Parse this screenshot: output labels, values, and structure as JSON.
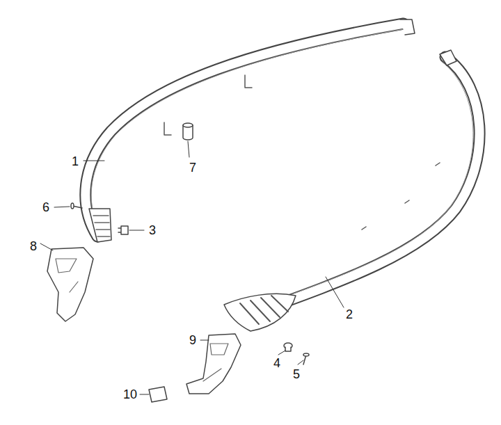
{
  "diagram": {
    "labels": [
      "1",
      "7",
      "6",
      "3",
      "8",
      "2",
      "9",
      "4",
      "5",
      "10"
    ]
  }
}
